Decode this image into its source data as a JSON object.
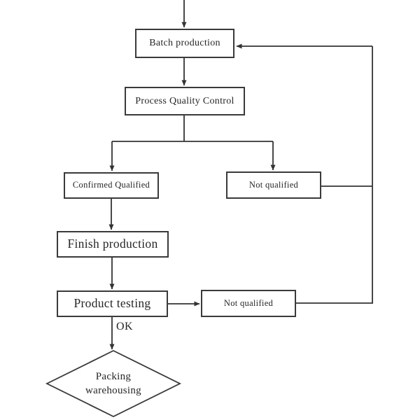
{
  "diagram": {
    "type": "flowchart",
    "nodes": {
      "batch_production": "Batch production",
      "process_quality_control": "Process Quality Control",
      "confirmed_qualified": "Confirmed Qualified",
      "not_qualified_top": "Not qualified",
      "finish_production": "Finish production",
      "product_testing": "Product testing",
      "not_qualified_bottom": "Not qualified",
      "packing_warehousing": "Packing\nwarehousing"
    },
    "edge_labels": {
      "ok": "OK"
    },
    "colors": {
      "line": "#333333",
      "box_border": "#3a3a3a",
      "box_fill": "#ffffff",
      "text": "#262626",
      "background": "#ffffff"
    }
  }
}
